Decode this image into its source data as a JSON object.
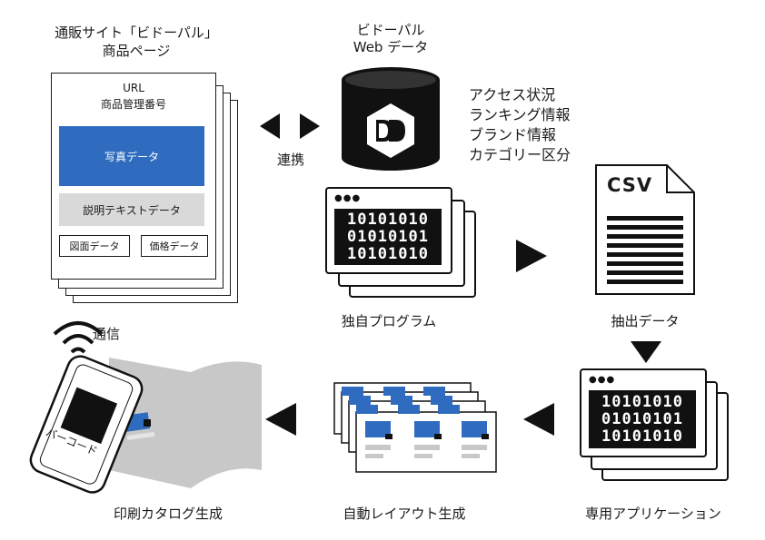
{
  "colors": {
    "accent_blue": "#2f6cc0",
    "gray": "#d9d9d9",
    "catalog_gray": "#c8c8c8",
    "ink": "#111111"
  },
  "site": {
    "title_line1": "通販サイト「ビドーパル」",
    "title_line2": "商品ページ",
    "page": {
      "url": "URL",
      "product_id": "商品管理番号",
      "photo": "写真データ",
      "description": "説明テキストデータ",
      "drawing": "図面データ",
      "price": "価格データ"
    }
  },
  "link": {
    "label": "連携"
  },
  "database": {
    "title_line1": "ビドーパル",
    "title_line2": "Web データ",
    "icon": "database-logo-icon",
    "info": [
      "アクセス状況",
      "ランキング情報",
      "ブランド情報",
      "カテゴリー区分"
    ]
  },
  "program": {
    "label": "独自プログラム",
    "binary": [
      "10101010",
      "01010101",
      "10101010"
    ]
  },
  "csv": {
    "text": "CSV",
    "label": "抽出データ"
  },
  "app": {
    "label": "専用アプリケーション",
    "binary": [
      "10101010",
      "01010101",
      "10101010"
    ]
  },
  "layout_gen": {
    "label": "自動レイアウト生成"
  },
  "catalog": {
    "label": "印刷カタログ生成",
    "comm": "通信",
    "barcode": "バーコード"
  }
}
